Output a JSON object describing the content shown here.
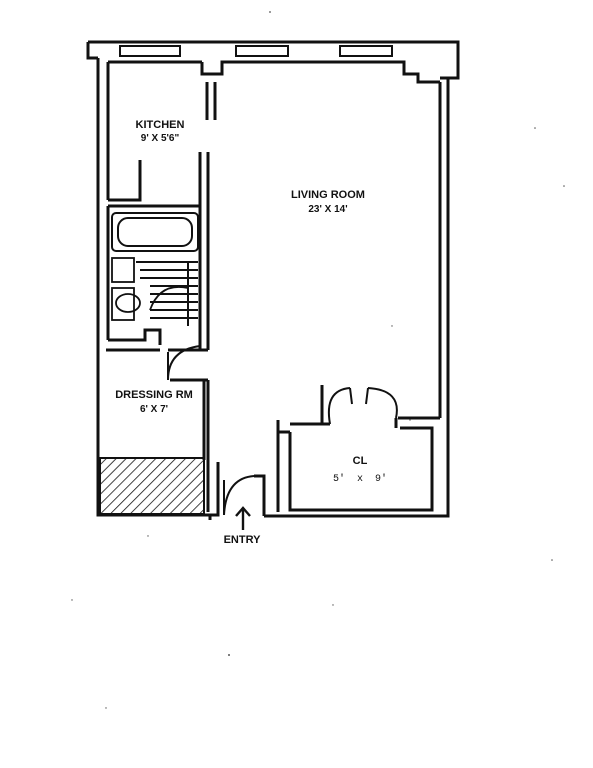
{
  "rooms": {
    "kitchen": {
      "name": "KITCHEN",
      "size": "9' X 5'6\""
    },
    "living_room": {
      "name": "LIVING ROOM",
      "size": "23' X 14'"
    },
    "dressing_room": {
      "name": "DRESSING RM",
      "size": "6' X 7'"
    },
    "closet": {
      "name": "CL",
      "size": "5'  x  9'"
    }
  },
  "entry": {
    "label": "ENTRY"
  },
  "colors": {
    "line": "#111111",
    "background": "#ffffff"
  }
}
